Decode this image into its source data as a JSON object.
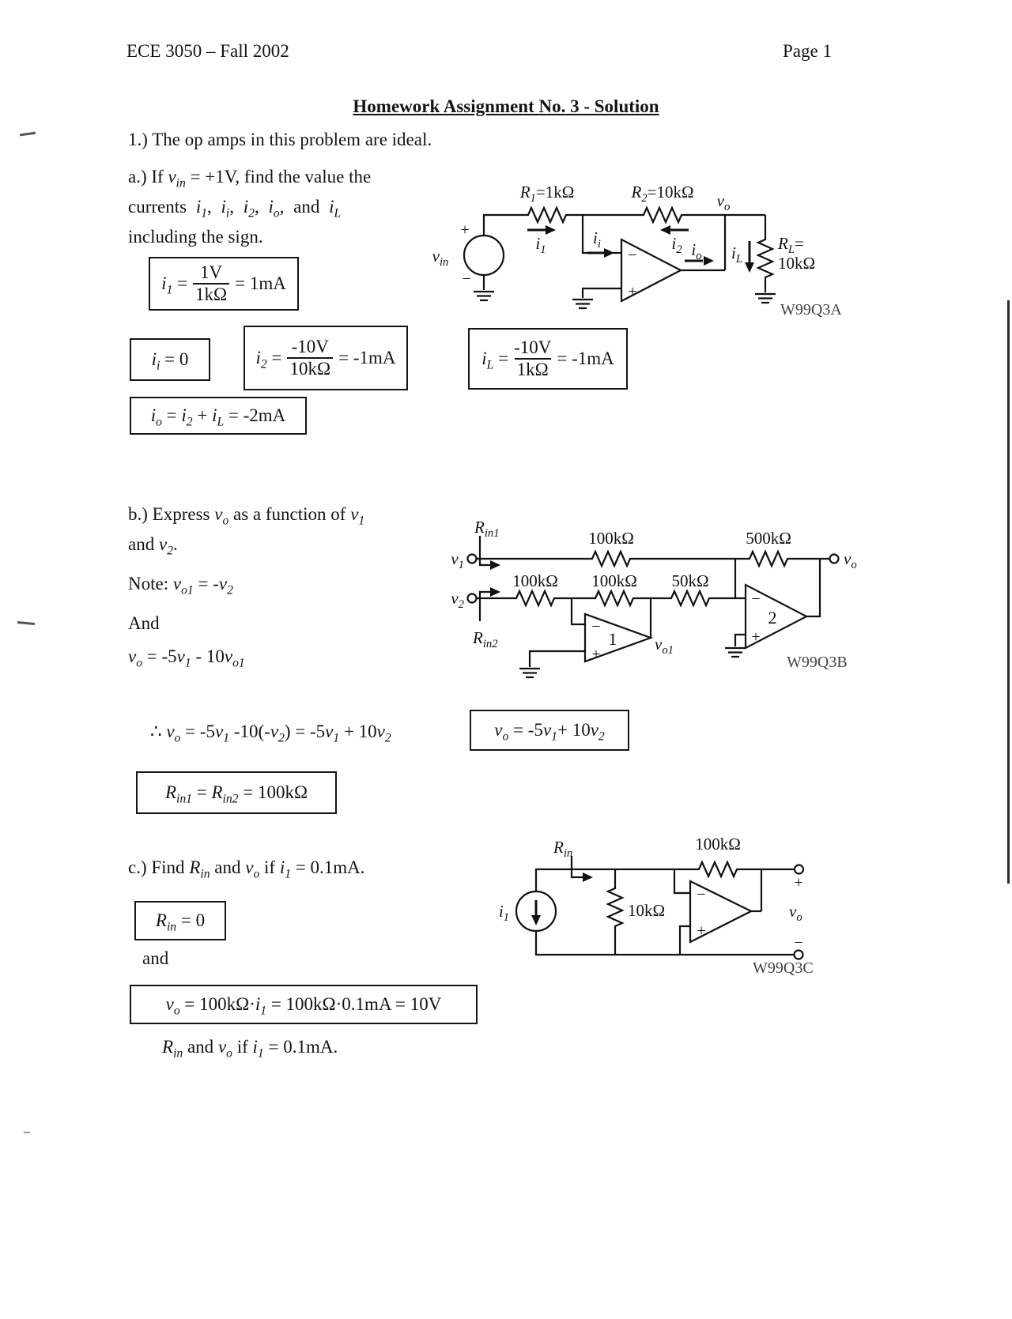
{
  "header": {
    "course": "ECE 3050 – Fall 2002",
    "page": "Page 1"
  },
  "title": "Homework Assignment No. 3 - Solution",
  "intro": "1.) The op amps in this problem are ideal.",
  "part_a": {
    "line1": "a.) If *v*_{in} = +1V, find the value the",
    "line2": "currents *i*_{1}, *i*_{i}, *i*_{2}, *i*_{o}, and *i*_{L}",
    "line3": "including the sign.",
    "eq_i1": {
      "lhs": "*i*_{1} =",
      "num": "1V",
      "den": "1kΩ",
      "rhs": "= 1mA"
    },
    "eq_ii": "*i*_{i} = 0",
    "eq_i2": {
      "lhs": "*i*_{2} =",
      "num": "-10V",
      "den": "10kΩ",
      "rhs": "= -1mA"
    },
    "eq_iL": {
      "lhs": "*i*_{L} =",
      "num": "-10V",
      "den": "1kΩ",
      "rhs": "= -1mA"
    },
    "eq_io": "*i*_{o} = *i*_{2} + *i*_{L}  = -2mA"
  },
  "part_b": {
    "line1": "b.) Express *v*_{o} as a function of *v*_{1}",
    "line2": "and *v*_{2}.",
    "note": "Note:  *v*_{o1} = -*v*_{2}",
    "and_word": "And",
    "vo_eq": "*v*_{o} = -5*v*_{1} - 10*v*_{o1}",
    "therefore": "∴  *v*_{o} = -5*v*_{1} -10(-*v*_{2}) = -5*v*_{1} + 10*v*_{2}",
    "boxed_vo": "*v*_{o} = -5*v*_{1}+ 10*v*_{2}",
    "boxed_rin": "*R*_{in1} = *R*_{in2} = 100kΩ"
  },
  "part_c": {
    "line1": "c.) Find *R*_{in} and *v*_{o} if *i*_{1} = 0.1mA.",
    "boxed_rin": "*R*_{in}  = 0",
    "and_word": "and",
    "boxed_vo": "*v*_{o} = 100kΩ·*i*_{1} = 100kΩ·0.1mA = 10V",
    "closing": "*R*_{in} and *v*_{o} if *i*_{1} = 0.1mA."
  },
  "circuit_a": {
    "vin": "*v*_{in}",
    "r1": "*R*_{1}=1kΩ",
    "r2": "*R*_{2}=10kΩ",
    "i1": "*i*_{1}",
    "ii": "*i*_{i}",
    "i2": "*i*_{2}",
    "io": "*i*_{o}",
    "iL": "*i*_{L}",
    "vo": "*v*_{o}",
    "rl_line1": "*R*_{L}=",
    "rl_line2": "10kΩ",
    "plus": "+",
    "minus": "−",
    "tag": "W99Q3A"
  },
  "circuit_b": {
    "rin1": "*R*_{in1}",
    "rin2": "*R*_{in2}",
    "v1": "*v*_{1}",
    "v2": "*v*_{2}",
    "r_top1": "100kΩ",
    "r_top2": "500kΩ",
    "r_a": "100kΩ",
    "r_b": "100kΩ",
    "r_c": "50kΩ",
    "oa1": "1",
    "oa2": "2",
    "vo1": "*v*_{o1}",
    "vo": "*v*_{o}",
    "plus": "+",
    "minus": "−",
    "tag": "W99Q3B"
  },
  "circuit_c": {
    "rin": "*R*_{in}",
    "i1": "*i*_{1}",
    "r_shunt": "10kΩ",
    "r_fb": "100kΩ",
    "vo": "*v*_{o}",
    "plus": "+",
    "minus": "−",
    "tag": "W99Q3C"
  }
}
